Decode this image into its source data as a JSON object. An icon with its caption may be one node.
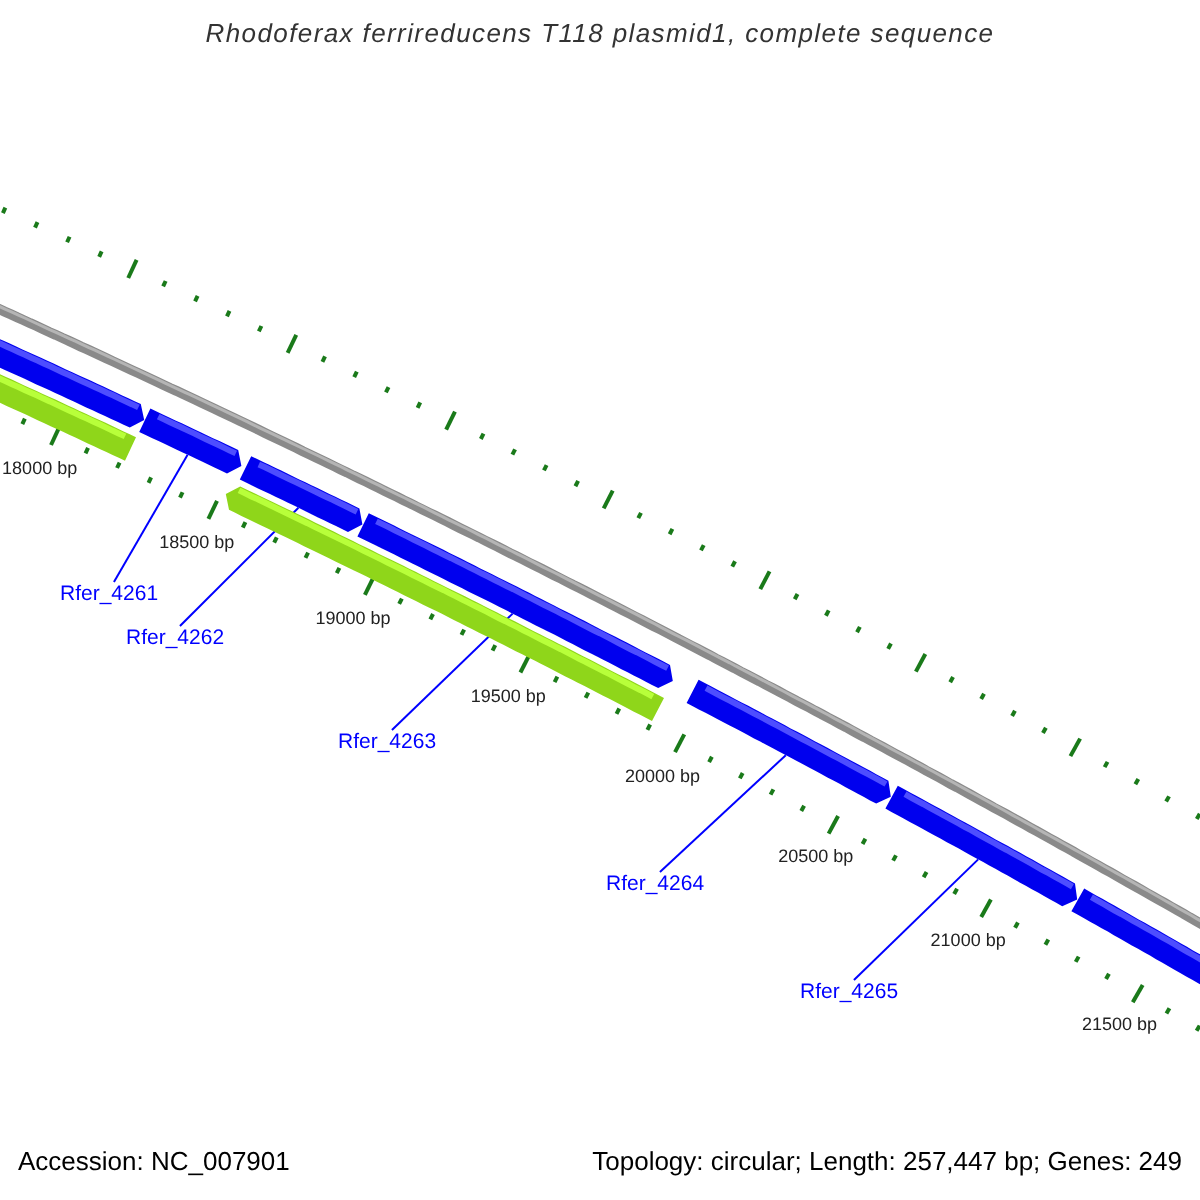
{
  "diagram": {
    "title": "Rhodoferax ferrireducens T118 plasmid1, complete sequence",
    "nodes": [
      {
        "text": [
          "Rfer_4261"
        ]
      },
      {
        "text": [
          "Rfer_4262"
        ]
      },
      {
        "text": [
          "Rfer_4263"
        ]
      },
      {
        "text": [
          "Rfer_4264"
        ]
      },
      {
        "text": [
          "Rfer_4265"
        ]
      },
      {
        "text": [],
        "shape": "bar"
      },
      {
        "text": [],
        "shape": "bar"
      },
      {
        "text": [],
        "shape": "bar"
      },
      {
        "text": [],
        "shape": "bar"
      },
      {
        "text": [],
        "shape": "bar"
      },
      {
        "text": [],
        "shape": "bar"
      },
      {
        "text": [],
        "shape": "bar"
      },
      {
        "text": [],
        "shape": "bar"
      },
      {
        "text": [],
        "shape": "bar"
      }
    ],
    "edges": [
      {
        "from": 0,
        "to": 7,
        "arrow": "none"
      },
      {
        "from": 1,
        "to": 9,
        "arrow": "none"
      },
      {
        "from": 2,
        "to": 10,
        "arrow": "none"
      },
      {
        "from": 3,
        "to": 11,
        "arrow": "none"
      },
      {
        "from": 4,
        "to": 12,
        "arrow": "none"
      }
    ],
    "labels": [
      "18000 bp",
      "18500 bp",
      "19000 bp",
      "19500 bp",
      "20000 bp",
      "20500 bp",
      "21000 bp",
      "21500 bp",
      "Accession: NC_007901",
      "Topology: circular; Length: 257,447 bp; Genes: 249"
    ]
  }
}
